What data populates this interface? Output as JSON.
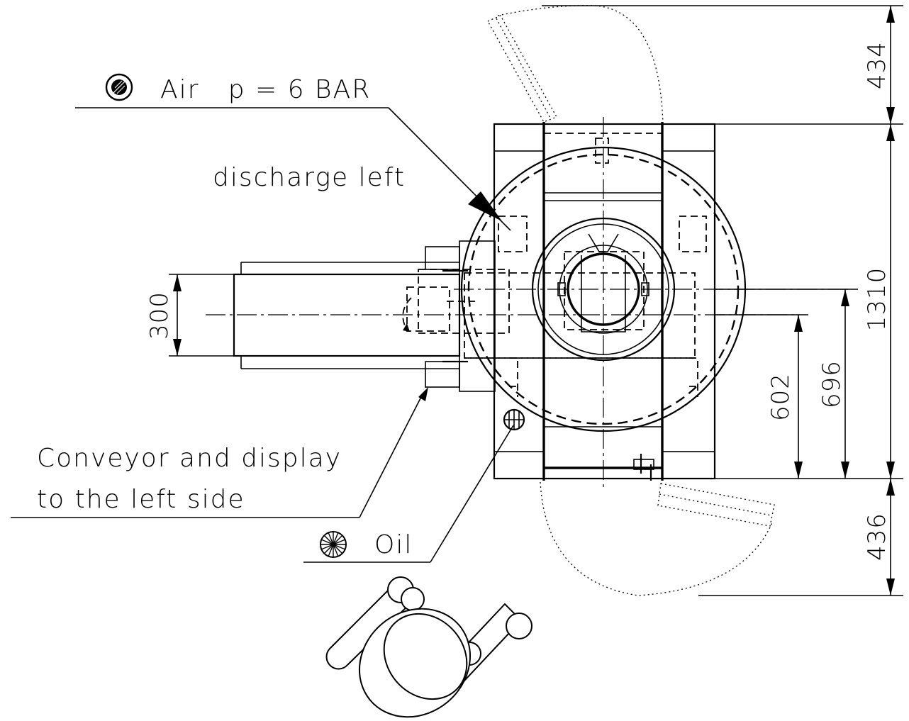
{
  "labels": {
    "air": "Air   p = 6 BAR",
    "discharge": "discharge left",
    "conveyor_line1": "Conveyor and display",
    "conveyor_line2": "to the left side",
    "oil": "Oil"
  },
  "dimensions": {
    "top_clearance": "434",
    "overall_depth": "1310",
    "bottom_clearance": "436",
    "to_center": "696",
    "to_conveyor_axis": "602",
    "conveyor_width": "300"
  },
  "icons": [
    "air-supply-icon",
    "oil-supply-icon",
    "operator-figure-icon"
  ],
  "colors": {
    "line": "#000000",
    "background": "#ffffff"
  }
}
